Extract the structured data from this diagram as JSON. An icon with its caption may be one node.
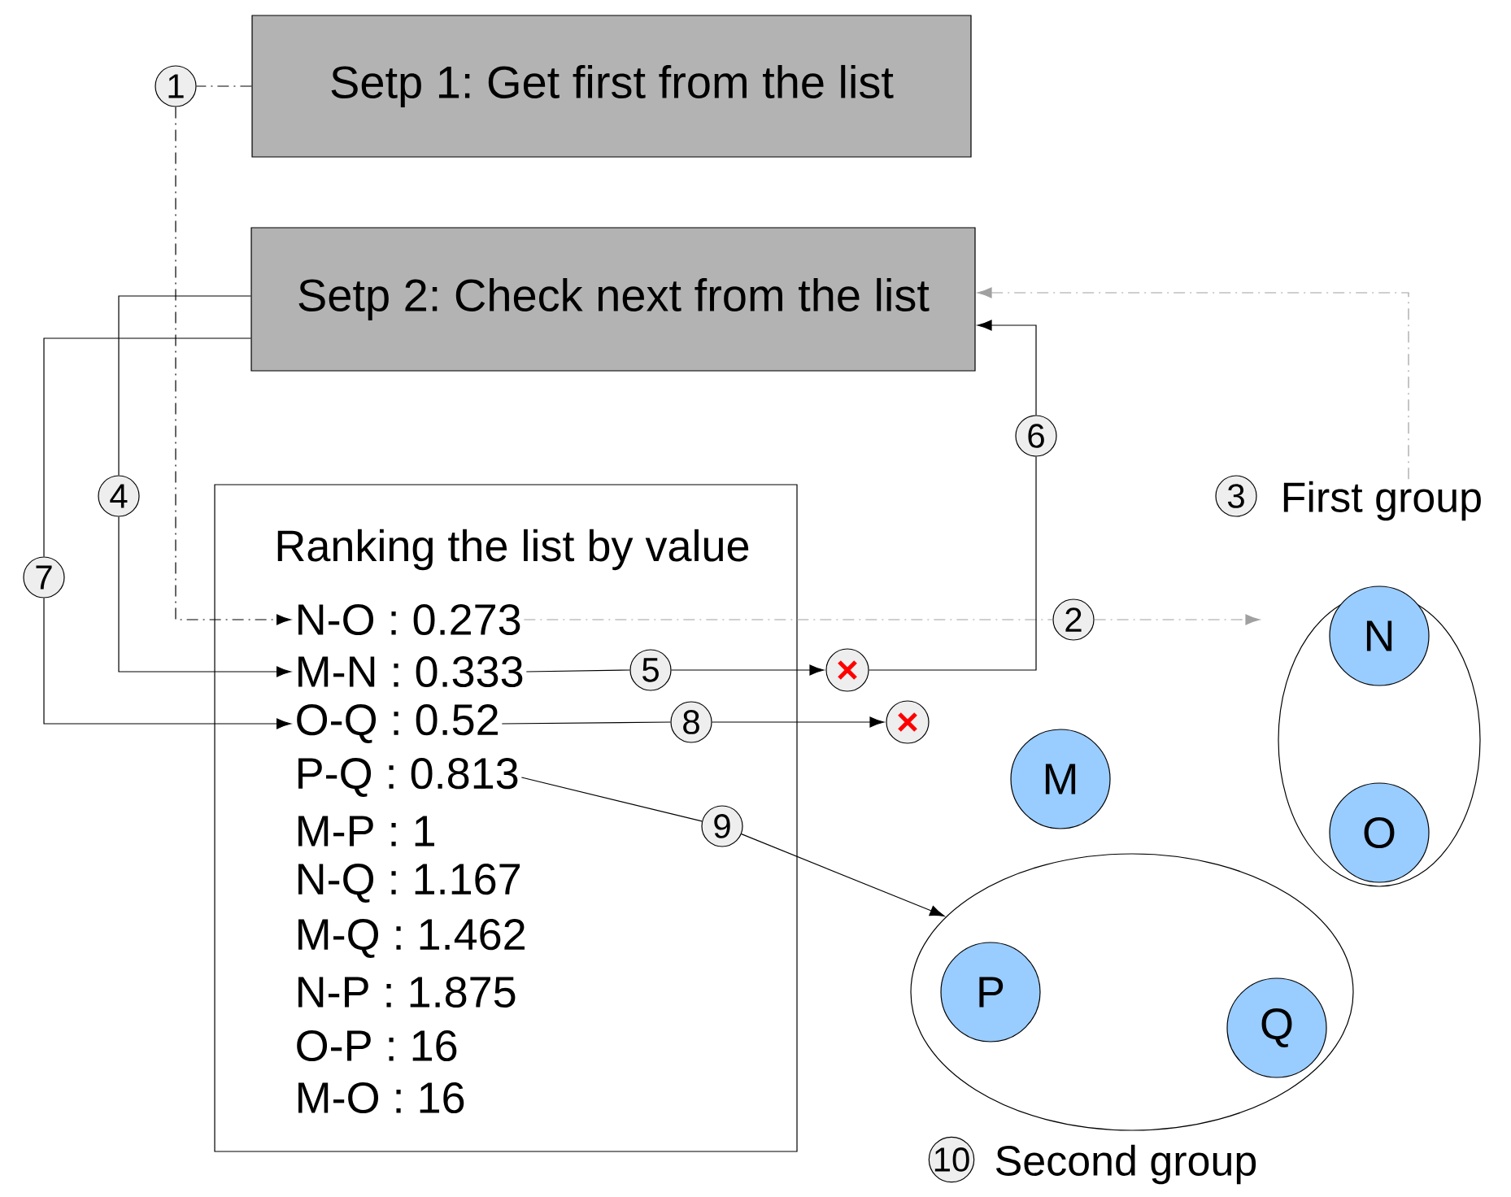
{
  "diagram": {
    "nodes": [
      {
        "text": [
          "Setp 1: Get first from the list"
        ]
      },
      {
        "text": [
          "Setp 2: Check next from the list"
        ]
      },
      {
        "text": [
          "Ranking the list by value"
        ]
      },
      {
        "text": [
          "N-O : 0.273"
        ],
        "in": 2
      },
      {
        "text": [
          "M-N : 0.333"
        ],
        "in": 2
      },
      {
        "text": [
          "O-Q : 0.52"
        ],
        "in": 2
      },
      {
        "text": [
          "P-Q : 0.813"
        ],
        "in": 2
      },
      {
        "text": [
          "M-P : 1"
        ],
        "in": 2
      },
      {
        "text": [
          "N-Q : 1.167"
        ],
        "in": 2
      },
      {
        "text": [
          "M-Q : 1.462"
        ],
        "in": 2
      },
      {
        "text": [
          "N-P : 1.875"
        ],
        "in": 2
      },
      {
        "text": [
          "O-P : 16"
        ],
        "in": 2
      },
      {
        "text": [
          "M-O : 16"
        ],
        "in": 2
      },
      {
        "text": [
          "First group"
        ]
      },
      {
        "text": [
          "N"
        ],
        "in": 13
      },
      {
        "text": [
          "O"
        ],
        "in": 13
      },
      {
        "text": [
          "M"
        ]
      },
      {
        "text": [
          "Second group"
        ]
      },
      {
        "text": [
          "P"
        ],
        "in": 17
      },
      {
        "text": [
          "Q"
        ],
        "in": 17
      },
      {
        "text": [],
        "shape": "circle"
      },
      {
        "text": [],
        "shape": "circle"
      },
      {
        "text": [
          "1"
        ]
      },
      {
        "text": [
          "4"
        ]
      },
      {
        "text": [
          "7"
        ]
      },
      {
        "text": [
          "2"
        ]
      },
      {
        "text": [
          "3"
        ]
      },
      {
        "text": [
          "10"
        ]
      },
      {
        "text": [
          "5"
        ],
        "in": 2
      },
      {
        "text": [
          "6"
        ]
      },
      {
        "text": [
          "8"
        ],
        "in": 2
      },
      {
        "text": [
          "9"
        ],
        "in": 2
      }
    ],
    "edges": [
      {
        "from": 0,
        "to": 22,
        "arrow": "none",
        "style": "dashed"
      },
      {
        "from": 22,
        "to": 3,
        "arrow": "to",
        "style": "dashed"
      },
      {
        "from": 1,
        "to": 23,
        "arrow": "none"
      },
      {
        "from": 23,
        "to": 4,
        "arrow": "to"
      },
      {
        "from": 1,
        "to": 24,
        "arrow": "none"
      },
      {
        "from": 24,
        "to": 5,
        "arrow": "to"
      },
      {
        "from": 3,
        "to": 25,
        "arrow": "none",
        "style": "dashed",
        "color": "#a0a0a0"
      },
      {
        "from": 25,
        "to": 13,
        "arrow": "to",
        "style": "dashed",
        "color": "#a0a0a0"
      },
      {
        "from": 4,
        "to": 28,
        "arrow": "none"
      },
      {
        "from": 28,
        "to": 20,
        "arrow": "to"
      },
      {
        "from": 20,
        "to": 29,
        "arrow": "none"
      },
      {
        "from": 29,
        "to": 1,
        "arrow": "to"
      },
      {
        "from": 5,
        "to": 30,
        "arrow": "none"
      },
      {
        "from": 30,
        "to": 21,
        "arrow": "to"
      },
      {
        "from": 6,
        "to": 31,
        "arrow": "none"
      },
      {
        "from": 31,
        "to": 17,
        "arrow": "to"
      },
      {
        "from": 13,
        "to": 1,
        "arrow": "to",
        "style": "dashed",
        "color": "#a0a0a0"
      }
    ]
  }
}
